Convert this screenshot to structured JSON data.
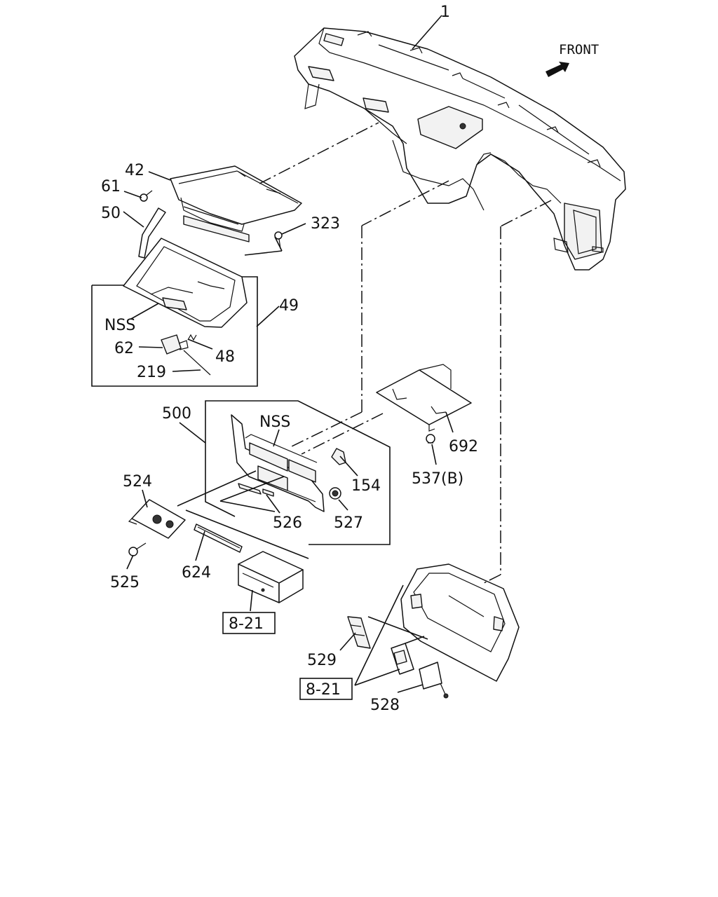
{
  "direction": {
    "text": "FRONT",
    "icon": "front-arrow-icon"
  },
  "callouts": {
    "c1": "1",
    "c42": "42",
    "c61": "61",
    "c50": "50",
    "c323": "323",
    "c49": "49",
    "c48": "48",
    "c62": "62",
    "c219": "219",
    "nss_upper": "NSS",
    "c500": "500",
    "nss_lower": "NSS",
    "c154": "154",
    "c692": "692",
    "c537b": "537(B)",
    "c524": "524",
    "c526": "526",
    "c527": "527",
    "c525": "525",
    "c624": "624",
    "c529": "529",
    "c528": "528"
  },
  "references": {
    "ref_lower": "8-21",
    "ref_right": "8-21"
  }
}
